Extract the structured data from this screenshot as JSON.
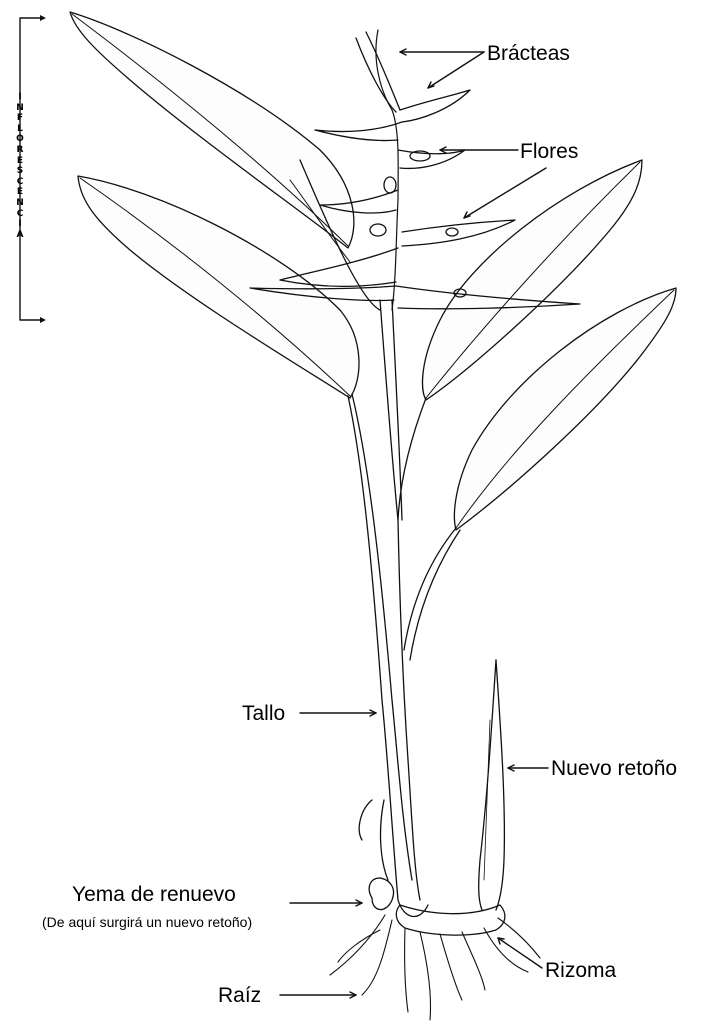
{
  "diagram": {
    "inflorescence_letters": [
      "I",
      "N",
      "F",
      "L",
      "O",
      "R",
      "E",
      "S",
      "C",
      "E",
      "N",
      "C",
      "I",
      "A"
    ],
    "labels": {
      "bracteas": "Brácteas",
      "flores": "Flores",
      "tallo": "Tallo",
      "nuevo_retono": "Nuevo retoño",
      "yema": "Yema de renuevo",
      "yema_note": "(De aquí surgirá un nuevo retoño)",
      "raiz": "Raíz",
      "rizoma": "Rizoma"
    }
  }
}
